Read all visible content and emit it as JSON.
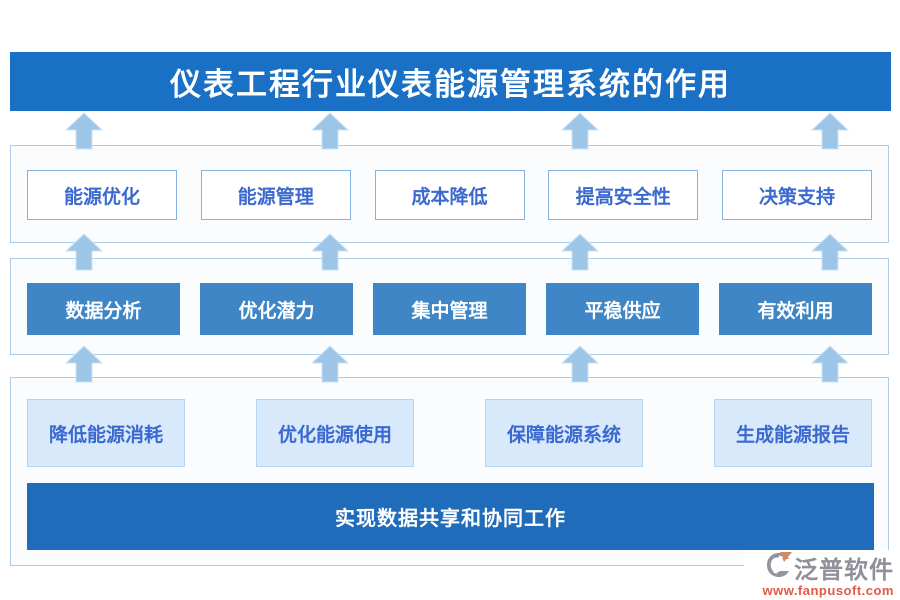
{
  "title": "仪表工程行业仪表能源管理系统的作用",
  "layer1": {
    "items": [
      "能源优化",
      "能源管理",
      "成本降低",
      "提高安全性",
      "决策支持"
    ]
  },
  "layer2": {
    "items": [
      "数据分析",
      "优化潜力",
      "集中管理",
      "平稳供应",
      "有效利用"
    ]
  },
  "layer3": {
    "items": [
      "降低能源消耗",
      "优化能源使用",
      "保障能源系统",
      "生成能源报告"
    ],
    "banner": "实现数据共享和协同工作"
  },
  "footer": {
    "brand": "泛普软件",
    "url": "www.fanpusoft.com"
  },
  "colors": {
    "title_bar_blue": "#1a70c4",
    "solid_box_blue": "#3e86c6",
    "banner_blue": "#1e6cba",
    "arrow_blue": "#9cc5e8",
    "light_box_bg": "#d7e9fb",
    "box_text_blue": "#3b69cf",
    "section_border": "#aecbe8",
    "url_red": "#e25a44",
    "brand_gray": "#90909a"
  }
}
